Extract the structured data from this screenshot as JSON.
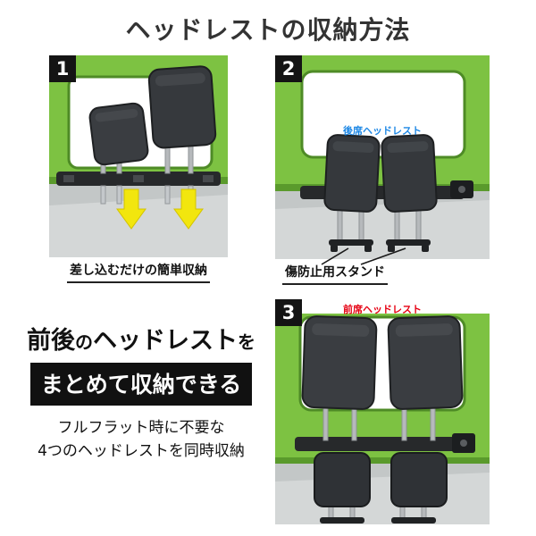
{
  "page": {
    "title": "ヘッドレストの収納方法"
  },
  "steps": [
    {
      "number": "1",
      "caption": "差し込むだけの簡単収納"
    },
    {
      "number": "2",
      "annotation": "後席ヘッドレスト",
      "caption": "傷防止用スタンド"
    },
    {
      "number": "3",
      "annotation": "前席ヘッドレスト"
    }
  ],
  "summary": {
    "line1": {
      "prefix": "前後",
      "particle": "の",
      "main": "ヘッドレスト",
      "suffix": "を"
    },
    "line2": "まとめて収納できる",
    "line3": "フルフラット時に不要な",
    "line4": "4つのヘッドレストを同時収納"
  },
  "colors": {
    "body_green": "#7dc242",
    "arrow_yellow": "#f2e60e",
    "rear_label_blue": "#1e88e5",
    "front_label_red": "#e60012",
    "badge_black": "#141414"
  }
}
